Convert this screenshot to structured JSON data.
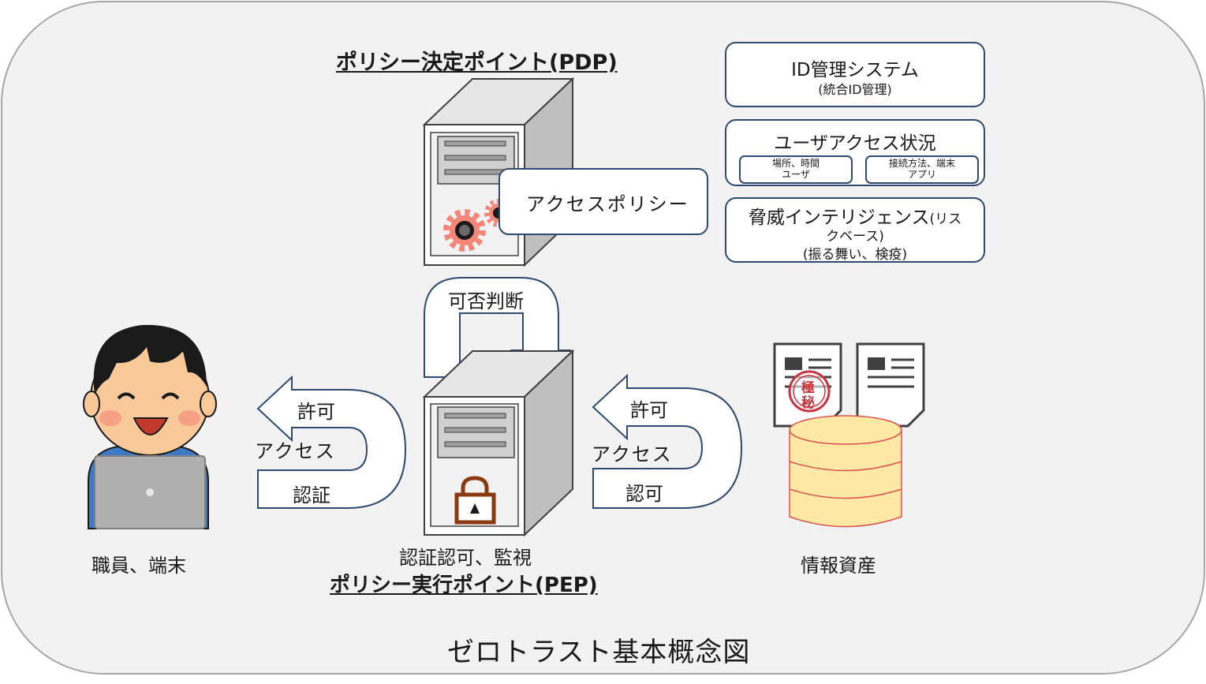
{
  "pdp": {
    "title": "ポリシー決定ポイント(PDP)",
    "callout": "アクセスポリシー"
  },
  "info_boxes": {
    "id_system": {
      "title": "ID管理システム",
      "sub": "(統合ID管理)"
    },
    "user_access": {
      "title": "ユーザアクセス状況",
      "left_line1": "場所、時間",
      "left_line2": "ユーザ",
      "right_line1": "接続方法、端末",
      "right_line2": "アプリ"
    },
    "threat": {
      "title_line1": "脅威インテリジェンス",
      "title_small1": "(リス",
      "title_line2": "クベース)",
      "sub": "(振る舞い、検疫)"
    }
  },
  "decision_arrow": {
    "label": "可否判断"
  },
  "left_flow": {
    "permit": "許可",
    "access": "アクセス",
    "auth": "認証"
  },
  "right_flow": {
    "permit": "許可",
    "access": "アクセス",
    "authz": "認可"
  },
  "pep": {
    "label": "認証認可、監視",
    "title": "ポリシー実行ポイント(PEP)"
  },
  "user": {
    "label": "職員、端末"
  },
  "assets": {
    "label": "情報資産",
    "stamp_top": "極",
    "stamp_bottom": "秘"
  },
  "footer": {
    "caption": "ゼロトラスト基本概念図"
  },
  "colors": {
    "background_panel": "#f2f2f2",
    "box_border": "#2f4a70",
    "gear": "#f4877a",
    "lock": "#8b3a10",
    "database": "#fde9a3",
    "database_border": "#e05050",
    "stamp": "#c8323c",
    "shirt": "#3d7bc4"
  }
}
